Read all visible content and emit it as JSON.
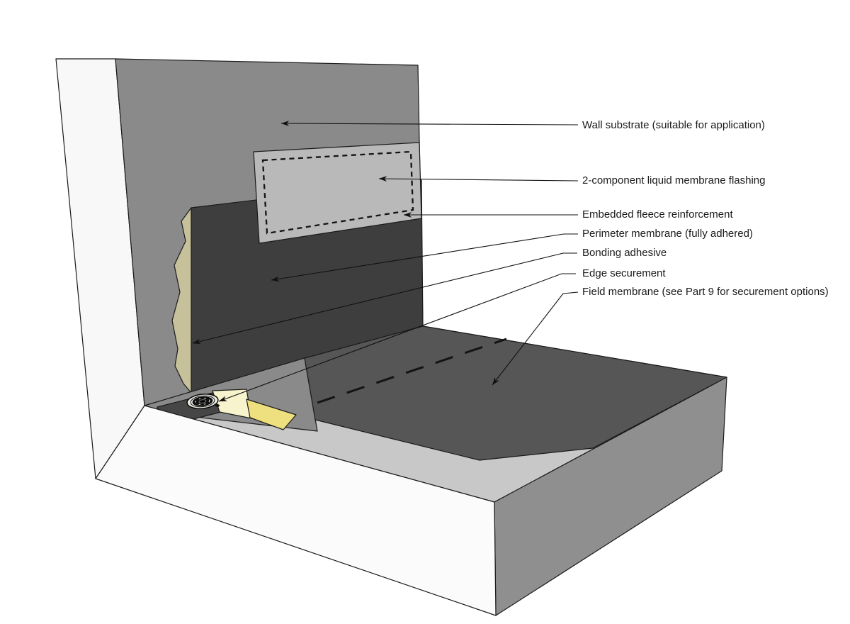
{
  "labels": [
    {
      "id": "wall-substrate",
      "text": "Wall substrate (suitable for application)"
    },
    {
      "id": "liquid-flashing",
      "text": "2-component liquid membrane flashing"
    },
    {
      "id": "fleece",
      "text": "Embedded fleece reinforcement"
    },
    {
      "id": "perimeter-membrane",
      "text": "Perimeter membrane (fully adhered)"
    },
    {
      "id": "bonding-adhesive",
      "text": "Bonding adhesive"
    },
    {
      "id": "edge-securement",
      "text": "Edge securement"
    },
    {
      "id": "field-membrane",
      "text": "Field membrane (see Part 9 for securement options)"
    }
  ],
  "colors": {
    "background": "#ffffff",
    "outline": "#1a1a1a",
    "wall_side": "#f8f8f8",
    "wall_substrate": "#8a8a8a",
    "flashing": "#b9b9b9",
    "membrane_dark": "#3e3e3e",
    "flange_dark": "#464646",
    "adhesive_tan": "#c6c19b",
    "adhesive_pale": "#f6f3cd",
    "adhesive_yellow": "#eee07e",
    "field_membrane": "#565656",
    "deck_border": "#c8c8c8",
    "deck_side": "#8f8f8f",
    "deck_front": "#fbfbfb",
    "fastener_plate": "#eceae2",
    "fastener_dark": "#101010",
    "leader": "#111111"
  }
}
